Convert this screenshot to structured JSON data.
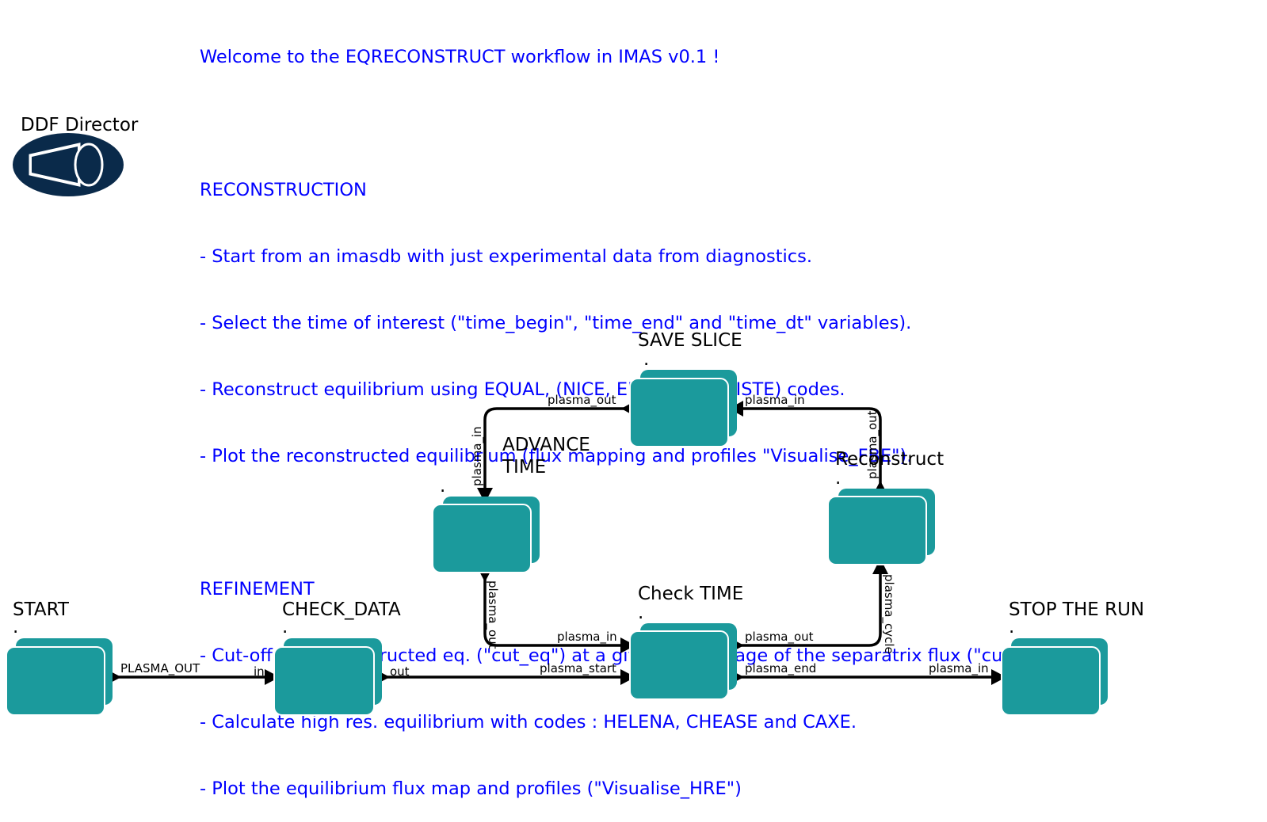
{
  "director": {
    "label": "DDF Director"
  },
  "annotation": {
    "lines": [
      "Welcome to the EQRECONSTRUCT workflow in IMAS v0.1 !",
      "",
      "RECONSTRUCTION",
      "- Start from an imasdb with just experimental data from diagnostics.",
      "- Select the time of interest (\"time_begin\", \"time_end\" and \"time_dt\" variables).",
      "- Reconstruct equilibrium using EQUAL, (NICE, EFIT++ or CLISTE) codes.",
      "- Plot the reconstructed equilibrium (flux mapping and profiles \"Visualise_FBE\").",
      "",
      "REFINEMENT",
      "- Cut-off the reconstructed eq. (\"cut_eq\") at a given percentage of the separatrix flux (\"cut_off\").",
      "- Calculate high res. equilibrium with codes : HELENA, CHEASE and CAXE.",
      "- Plot the equilibrium flux map and profiles (\"Visualise_HRE\")"
    ]
  },
  "actors": {
    "start": "START",
    "check_data": "CHECK_DATA",
    "advance_time": [
      "ADVANCE",
      "TIME"
    ],
    "save_slice": "SAVE SLICE",
    "reconstruct": "Reconstruct",
    "check_time": "Check TIME",
    "stop": "STOP THE RUN",
    "dot": "."
  },
  "ports": {
    "start_out": "PLASMA_OUT",
    "check_data_in": "in",
    "check_data_out": "out",
    "check_time_plasma_start": "plasma_start",
    "check_time_plasma_in": "plasma_in",
    "check_time_plasma_out": "plasma_out",
    "check_time_plasma_end": "plasma_end",
    "stop_plasma_in": "plasma_in",
    "advance_plasma_in": "plasma_in",
    "advance_plasma_out": "plasma_out",
    "save_plasma_out": "plasma_out",
    "save_plasma_in": "plasma_in",
    "reconstruct_plasma_out": "plasma_out",
    "reconstruct_plasma_cycle": "plasma_cycle"
  },
  "colors": {
    "actor": "#1b9a9c",
    "director": "#0a2a4a",
    "annotation": "#0000ff",
    "link": "#000000"
  }
}
